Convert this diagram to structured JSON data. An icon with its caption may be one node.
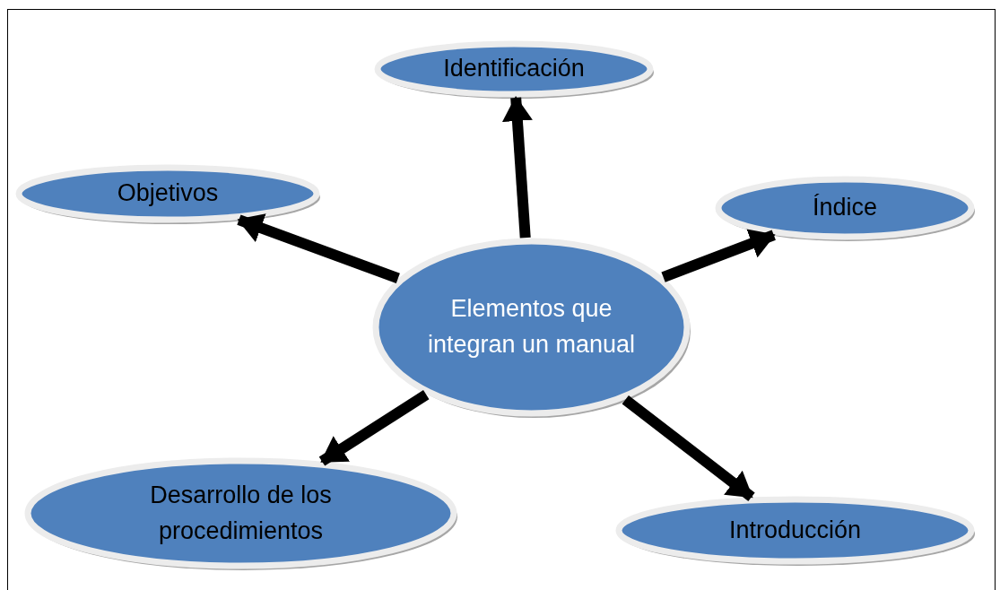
{
  "diagram": {
    "nodes": [
      {
        "text": [
          "Elementos que integran un manual"
        ]
      },
      {
        "text": [
          "Identificación"
        ]
      },
      {
        "text": [
          "Objetivos"
        ]
      },
      {
        "text": [
          "Índice"
        ]
      },
      {
        "text": [
          "Desarrollo de los procedimientos"
        ]
      },
      {
        "text": [
          "Introducción"
        ]
      }
    ],
    "edges": [
      {
        "from": 0,
        "to": 1,
        "arrow": "to"
      },
      {
        "from": 0,
        "to": 2,
        "arrow": "to"
      },
      {
        "from": 0,
        "to": 3,
        "arrow": "to"
      },
      {
        "from": 0,
        "to": 4,
        "arrow": "to"
      },
      {
        "from": 0,
        "to": 5,
        "arrow": "to"
      }
    ]
  }
}
